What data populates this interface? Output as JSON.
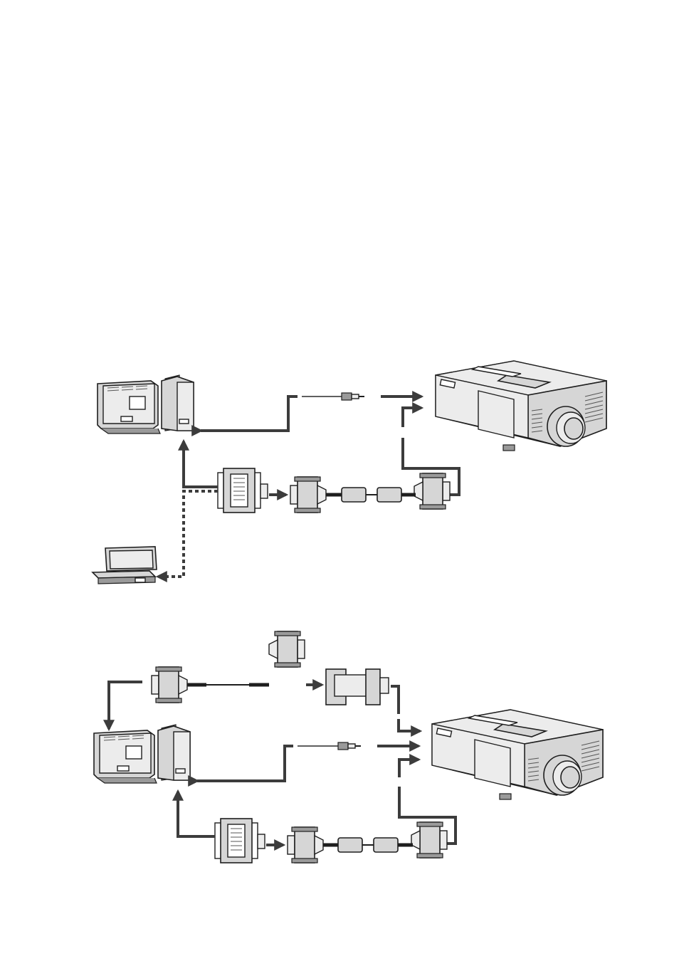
{
  "diagram": {
    "figures": [
      {
        "id": "top",
        "devices": [
          "desktop-computer",
          "projector",
          "laptop-computer"
        ],
        "cables": [
          "audio-cable",
          "rgb-cable",
          "computer-adapter"
        ]
      },
      {
        "id": "bottom",
        "devices": [
          "desktop-computer",
          "projector"
        ],
        "cables": [
          "control-cable",
          "serial-adapter",
          "audio-cable",
          "rgb-cable",
          "computer-adapter"
        ]
      }
    ],
    "colors": {
      "line": "#3c3c3c",
      "device_fill": "#d6d6d6",
      "background": "#ffffff"
    }
  }
}
